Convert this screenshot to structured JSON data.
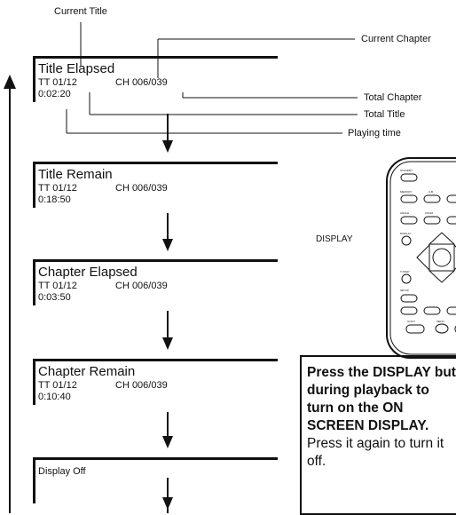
{
  "callouts": {
    "current_title": "Current Title",
    "current_chapter": "Current Chapter",
    "total_chapter": "Total Chapter",
    "total_title": "Total Title",
    "playing_time": "Playing time"
  },
  "panels": [
    {
      "title": "Title Elapsed",
      "tt": "TT  01/12",
      "ch": "CH  006/039",
      "time": "0:02:20"
    },
    {
      "title": "Title Remain",
      "tt": "TT  01/12",
      "ch": "CH  006/039",
      "time": "0:18:50"
    },
    {
      "title": "Chapter Elapsed",
      "tt": "TT  01/12",
      "ch": "CH  006/039",
      "time": "0:03:50"
    },
    {
      "title": "Chapter Remain",
      "tt": "TT  01/12",
      "ch": "CH  006/039",
      "time": "0:10:40"
    },
    {
      "title": "Display Off"
    }
  ],
  "remote": {
    "display_label": "DISPLAY",
    "key_labels": [
      "STANDBY",
      "MEMORY",
      "A-B",
      "ANGLE",
      "ZOOM",
      "DISPLAY",
      "T-STEP",
      "SETUP",
      "GOTO",
      "MENU"
    ]
  },
  "note": {
    "bold_lines": [
      "Press the DISPLAY button",
      "during playback to",
      "turn on the ON",
      "SCREEN DISPLAY."
    ],
    "normal_lines": [
      "Press it again to turn it",
      "off."
    ]
  }
}
